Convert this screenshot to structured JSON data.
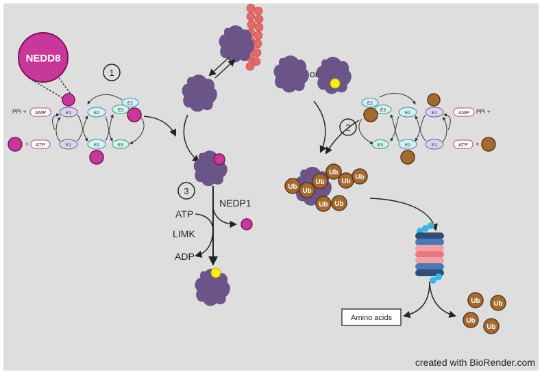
{
  "colors": {
    "background": "#dedede",
    "nedd8": "#c8389a",
    "nedd8_dark": "#7a1457",
    "ubiquitin": "#a36a32",
    "ubiquitin_dark": "#5e3612",
    "protein": "#6a5488",
    "yellow": "#f3ee1a",
    "actin": "#e36a6a",
    "e1_fill": "#dcd3f0",
    "e2_fill": "#d9eef2",
    "e3_fill": "#d4f0ea"
  },
  "labels": {
    "nedd8": "NEDD8",
    "step1": "1",
    "step2": "2",
    "step3": "3",
    "or": "or",
    "nedp1": "NEDP1",
    "atp": "ATP",
    "limk": "LIMK",
    "adp": "ADP",
    "amino_acids": "Amino acids",
    "ub": "Ub",
    "watermark": "created with BioRender.com"
  },
  "left_cycle": {
    "ppi": "PPi +",
    "amp": "AMP",
    "plus": "+",
    "atp": "ATP",
    "e1": "E1",
    "e2": "E2",
    "e3": "E3"
  },
  "right_cycle": {
    "ppi": "PPi +",
    "amp": "AMP",
    "plus": "+",
    "atp": "ATP",
    "e1": "E1",
    "e2": "E2",
    "e3": "E3"
  }
}
